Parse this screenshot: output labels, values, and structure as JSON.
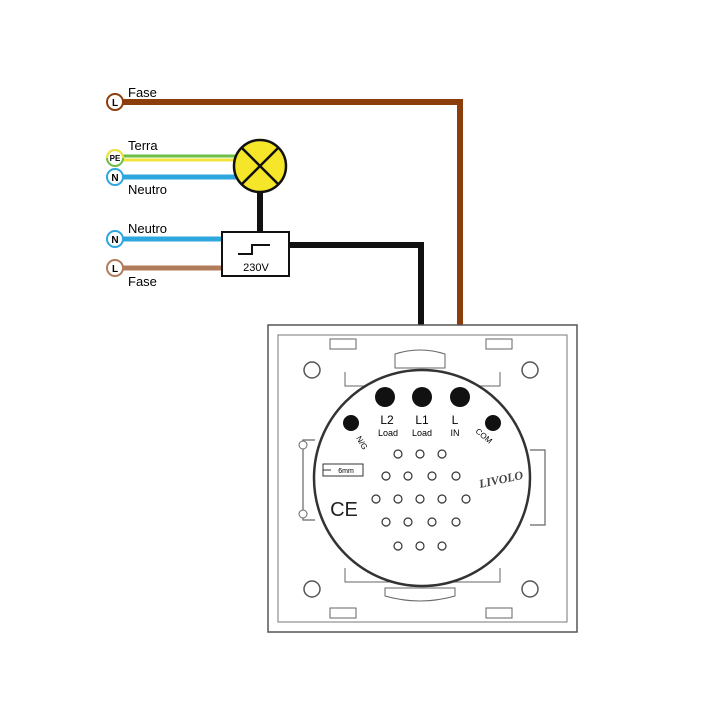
{
  "labels": {
    "fase_top": "Fase",
    "terra": "Terra",
    "neutro_lamp": "Neutro",
    "neutro_supply": "Neutro",
    "fase_supply": "Fase"
  },
  "connector_symbols": {
    "l_top": "L",
    "pe": "PE",
    "n_lamp": "N",
    "n_supply": "N",
    "l_supply": "L"
  },
  "transformer": {
    "voltage": "230V"
  },
  "switch": {
    "brand": "LIVOLO",
    "terminals": {
      "ng": "N/G",
      "l2": "L2",
      "l2_sub": "Load",
      "l1": "L1",
      "l1_sub": "Load",
      "l": "L",
      "l_sub": "IN",
      "com": "COM"
    },
    "ce_mark": "CE",
    "strip_gauge": "6mm"
  },
  "colors": {
    "fase_wire": "#8B3E0B",
    "supply_fase_wire": "#B07C5C",
    "neutro_wire": "#2EA7DF",
    "terra_green": "#6DBE45",
    "terra_yellow": "#F2E33A",
    "lamp_fill": "#F5E629",
    "switch_wire": "#111111"
  }
}
